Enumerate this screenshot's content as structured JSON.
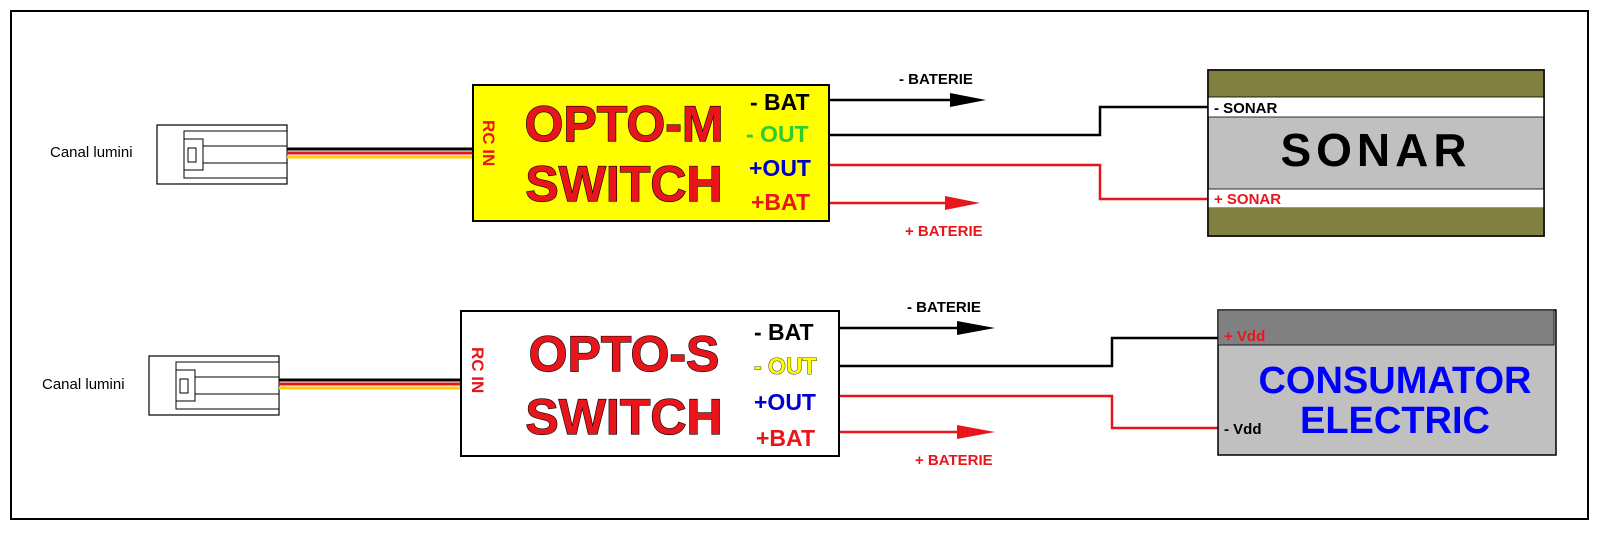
{
  "colors": {
    "black_wire": "#000000",
    "red_wire": "#e8151b",
    "opto_m_fill": "#ffff00",
    "opto_s_fill": "#ffffff",
    "module_text": "#e8151b",
    "out_plus": "#0000cc",
    "out_minus_m": "#2ecc2e",
    "out_minus_s": "#ffff00",
    "sonar_band": "#808040",
    "sonar_body": "#c0c0c0",
    "consumer_header": "#808080",
    "consumer_body": "#c0c0c0",
    "consumer_text": "#0000ff"
  },
  "top": {
    "connector_label": "Canal lumini",
    "rc_in": "RC IN",
    "title_1": "OPTO-M",
    "title_2": "SWITCH",
    "pins": {
      "bat_minus": "- BAT",
      "out_minus": "- OUT",
      "out_plus": "+OUT",
      "bat_plus": "+BAT"
    },
    "arrow_minus": "- BATERIE",
    "arrow_plus": "+ BATERIE",
    "device": {
      "name": "SONAR",
      "minus": "- SONAR",
      "plus": "+ SONAR"
    }
  },
  "bottom": {
    "connector_label": "Canal lumini",
    "rc_in": "RC IN",
    "title_1": "OPTO-S",
    "title_2": "SWITCH",
    "pins": {
      "bat_minus": "- BAT",
      "out_minus": "- OUT",
      "out_plus": "+OUT",
      "bat_plus": "+BAT"
    },
    "arrow_minus": "- BATERIE",
    "arrow_plus": "+ BATERIE",
    "device": {
      "name_1": "CONSUMATOR",
      "name_2": "ELECTRIC",
      "plus": "+ Vdd",
      "minus": "- Vdd"
    }
  }
}
